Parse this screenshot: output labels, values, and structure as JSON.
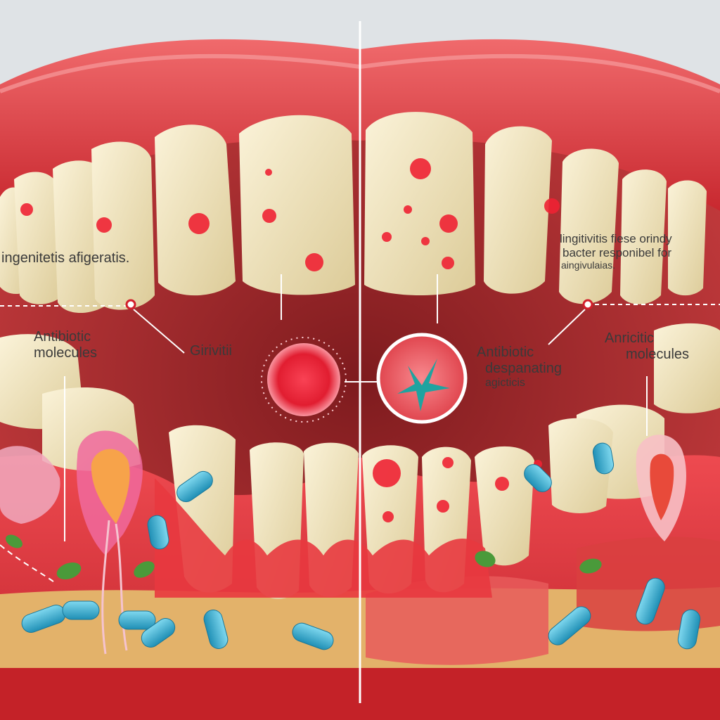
{
  "left_panel": {
    "top_label": "ingenitetis afigeratis.",
    "antibiotic_label": [
      "Antibiotic",
      "molecules"
    ],
    "bacterium_label": "Girivitii"
  },
  "right_panel": {
    "top_label": [
      "lingitivitis fiese orindy",
      "bacter responibel for",
      "aingivulaias."
    ],
    "antibiotic_label": [
      "Antibiotic",
      "despanating",
      "agicticis"
    ],
    "molecules_label": [
      "Anricitic",
      "molecules"
    ]
  },
  "colors": {
    "gum": "#d8303a",
    "gum_light": "#ef6f72",
    "tooth": "#efe3bf",
    "bacteria": "#ee2233",
    "capsule": "#33aacc",
    "bone": "#e3b26a",
    "divider": "#ffffff"
  },
  "icons": [
    "tooth-icon",
    "bacterium-icon",
    "antibiotic-capsule-icon",
    "leaf-icon",
    "magnifier-icon"
  ]
}
